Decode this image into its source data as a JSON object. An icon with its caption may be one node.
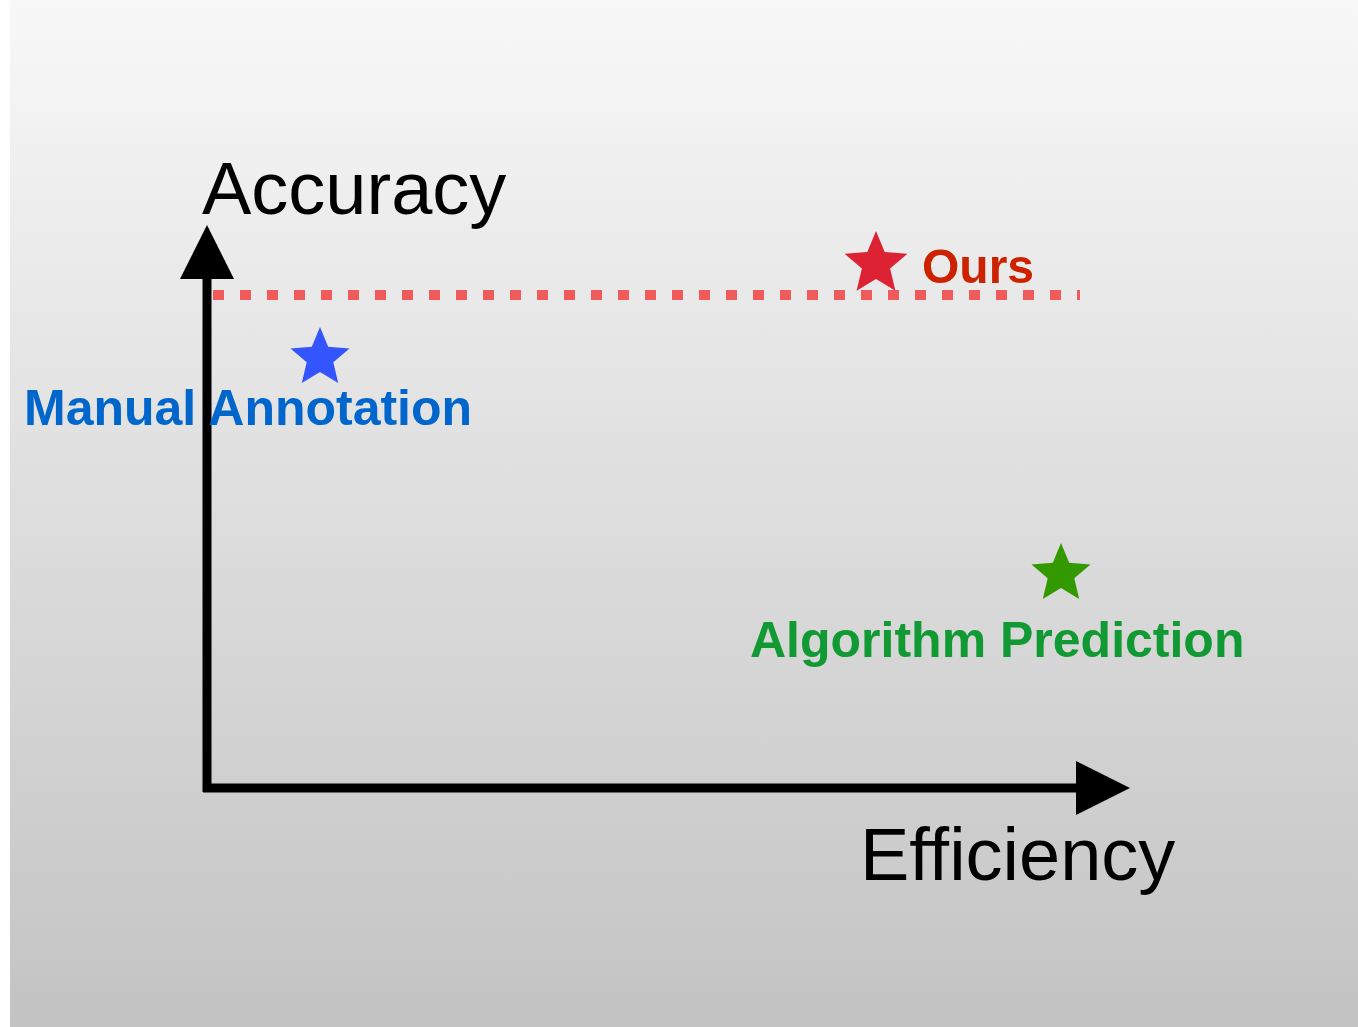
{
  "diagram": {
    "labels": [
      "Accuracy",
      "Ours",
      "Manual Annotation",
      "Algorithm Prediction",
      "Efficiency"
    ]
  }
}
